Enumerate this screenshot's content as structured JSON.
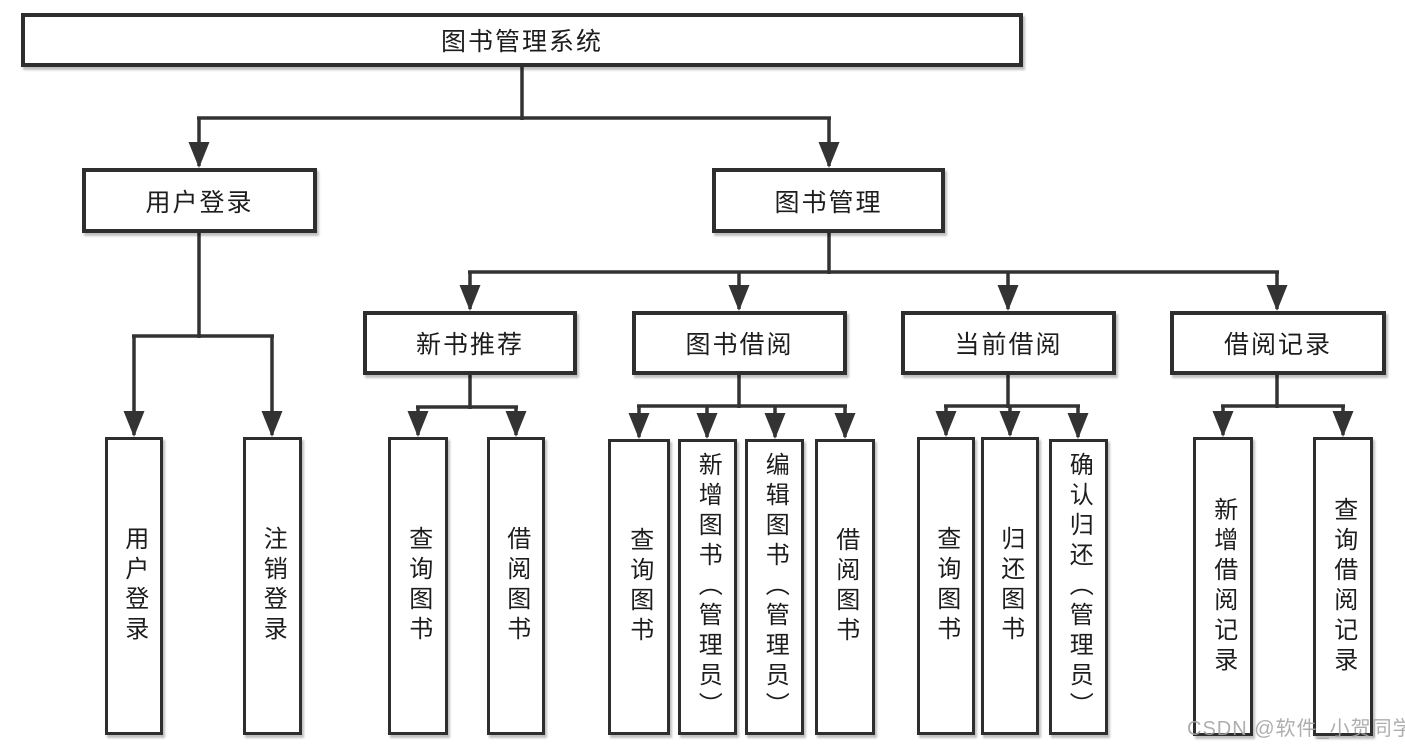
{
  "diagram": {
    "tree": {
      "label": "图书管理系统",
      "children": [
        {
          "label": "用户登录",
          "children": [
            {
              "label": "用户登录"
            },
            {
              "label": "注销登录"
            }
          ]
        },
        {
          "label": "图书管理",
          "children": [
            {
              "label": "新书推荐",
              "children": [
                {
                  "label": "查询图书"
                },
                {
                  "label": "借阅图书"
                }
              ]
            },
            {
              "label": "图书借阅",
              "children": [
                {
                  "label": "查询图书"
                },
                {
                  "label": "新增图书（管理员）"
                },
                {
                  "label": "编辑图书（管理员）"
                },
                {
                  "label": "借阅图书"
                }
              ]
            },
            {
              "label": "当前借阅",
              "children": [
                {
                  "label": "查询图书"
                },
                {
                  "label": "归还图书"
                },
                {
                  "label": "确认归还（管理员）"
                }
              ]
            },
            {
              "label": "借阅记录",
              "children": [
                {
                  "label": "新增借阅记录"
                },
                {
                  "label": "查询借阅记录"
                }
              ]
            }
          ]
        }
      ]
    },
    "colors": {
      "line": "#333333",
      "box_border": "#2e2e2e",
      "text": "#1d1d1d",
      "background": "#ffffff",
      "watermark": "#a5a5a5"
    }
  },
  "watermark": {
    "text": "CSDN @软件_小贺同学"
  }
}
